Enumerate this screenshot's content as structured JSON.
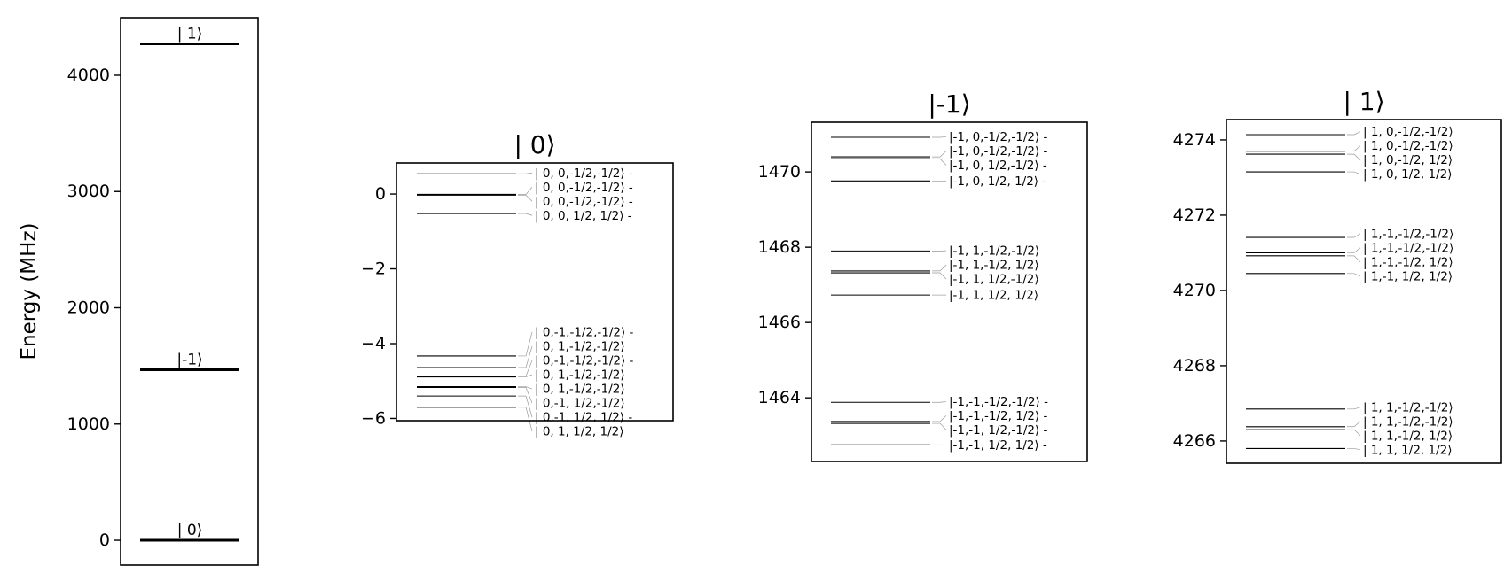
{
  "chart_data": [
    {
      "type": "energy-levels",
      "title": "",
      "ylabel": "Energy (MHz)",
      "ylim": [
        -213,
        4495
      ],
      "yticks": [
        0,
        1000,
        2000,
        3000,
        4000
      ],
      "ytick_labels": [
        "0",
        "1000",
        "2000",
        "3000",
        "4000"
      ],
      "label_position": "above",
      "levels": [
        {
          "energy": 0,
          "label": "| 0⟩"
        },
        {
          "energy": 1467,
          "label": "|-1⟩"
        },
        {
          "energy": 4270,
          "label": "| 1⟩"
        }
      ]
    },
    {
      "type": "energy-levels",
      "title": "| 0⟩",
      "ylabel": "",
      "ylim": [
        -6.06,
        0.83
      ],
      "yticks": [
        0,
        -2,
        -4,
        -6
      ],
      "ytick_labels": [
        "0",
        "−2",
        "−4",
        "−6"
      ],
      "label_position": "right",
      "levels": [
        {
          "energy": 0.54,
          "label": "| 0, 0,-1/2,-1/2⟩ -"
        },
        {
          "energy": -0.01,
          "label": "| 0, 0,-1/2,-1/2⟩ -"
        },
        {
          "energy": -0.03,
          "label": "| 0, 0,-1/2,-1/2⟩ -"
        },
        {
          "energy": -0.52,
          "label": "| 0, 0, 1/2, 1/2⟩ -"
        },
        {
          "energy": -4.33,
          "label": "| 0,-1,-1/2,-1/2⟩ -"
        },
        {
          "energy": -4.64,
          "label": "| 0, 1,-1/2,-1/2⟩"
        },
        {
          "energy": -4.87,
          "label": "| 0,-1,-1/2,-1/2⟩ -"
        },
        {
          "energy": -4.89,
          "label": "| 0, 1,-1/2,-1/2⟩"
        },
        {
          "energy": -5.15,
          "label": "| 0, 1,-1/2,-1/2⟩"
        },
        {
          "energy": -5.17,
          "label": "| 0,-1, 1/2,-1/2⟩"
        },
        {
          "energy": -5.4,
          "label": "| 0,-1, 1/2, 1/2⟩ -"
        },
        {
          "energy": -5.7,
          "label": "| 0, 1, 1/2, 1/2⟩"
        }
      ]
    },
    {
      "type": "energy-levels",
      "title": "|-1⟩",
      "ylabel": "",
      "ylim": [
        1462.31,
        1471.32
      ],
      "yticks": [
        1464,
        1466,
        1468,
        1470
      ],
      "ytick_labels": [
        "1464",
        "1466",
        "1468",
        "1470"
      ],
      "label_position": "right",
      "levels": [
        {
          "energy": 1470.92,
          "label": "|-1, 0,-1/2,-1/2⟩ -"
        },
        {
          "energy": 1470.4,
          "label": "|-1, 0,-1/2,-1/2⟩ -"
        },
        {
          "energy": 1470.35,
          "label": "|-1, 0, 1/2,-1/2⟩ -"
        },
        {
          "energy": 1469.76,
          "label": "|-1, 0, 1/2, 1/2⟩ -"
        },
        {
          "energy": 1467.9,
          "label": "|-1, 1,-1/2,-1/2⟩"
        },
        {
          "energy": 1467.37,
          "label": "|-1, 1,-1/2, 1/2⟩"
        },
        {
          "energy": 1467.32,
          "label": "|-1, 1, 1/2,-1/2⟩"
        },
        {
          "energy": 1466.73,
          "label": "|-1, 1, 1/2, 1/2⟩"
        },
        {
          "energy": 1463.88,
          "label": "|-1,-1,-1/2,-1/2⟩ -"
        },
        {
          "energy": 1463.37,
          "label": "|-1,-1,-1/2, 1/2⟩ -"
        },
        {
          "energy": 1463.32,
          "label": "|-1,-1, 1/2,-1/2⟩ -"
        },
        {
          "energy": 1462.75,
          "label": "|-1,-1, 1/2, 1/2⟩ -"
        }
      ]
    },
    {
      "type": "energy-levels",
      "title": "| 1⟩",
      "ylabel": "",
      "ylim": [
        4265.41,
        4274.54
      ],
      "yticks": [
        4266,
        4268,
        4270,
        4272,
        4274
      ],
      "ytick_labels": [
        "4266",
        "4268",
        "4270",
        "4272",
        "4274"
      ],
      "label_position": "right",
      "levels": [
        {
          "energy": 4274.14,
          "label": "| 1, 0,-1/2,-1/2⟩"
        },
        {
          "energy": 4273.7,
          "label": "| 1, 0,-1/2,-1/2⟩"
        },
        {
          "energy": 4273.62,
          "label": "| 1, 0,-1/2, 1/2⟩"
        },
        {
          "energy": 4273.15,
          "label": "| 1, 0, 1/2, 1/2⟩"
        },
        {
          "energy": 4271.41,
          "label": "| 1,-1,-1/2,-1/2⟩"
        },
        {
          "energy": 4271.0,
          "label": "| 1,-1,-1/2,-1/2⟩"
        },
        {
          "energy": 4270.92,
          "label": "| 1,-1,-1/2, 1/2⟩"
        },
        {
          "energy": 4270.45,
          "label": "| 1,-1, 1/2, 1/2⟩"
        },
        {
          "energy": 4266.85,
          "label": "| 1, 1,-1/2,-1/2⟩"
        },
        {
          "energy": 4266.38,
          "label": "| 1, 1,-1/2,-1/2⟩"
        },
        {
          "energy": 4266.3,
          "label": "| 1, 1,-1/2, 1/2⟩"
        },
        {
          "energy": 4265.8,
          "label": "| 1, 1, 1/2, 1/2⟩"
        }
      ]
    }
  ]
}
